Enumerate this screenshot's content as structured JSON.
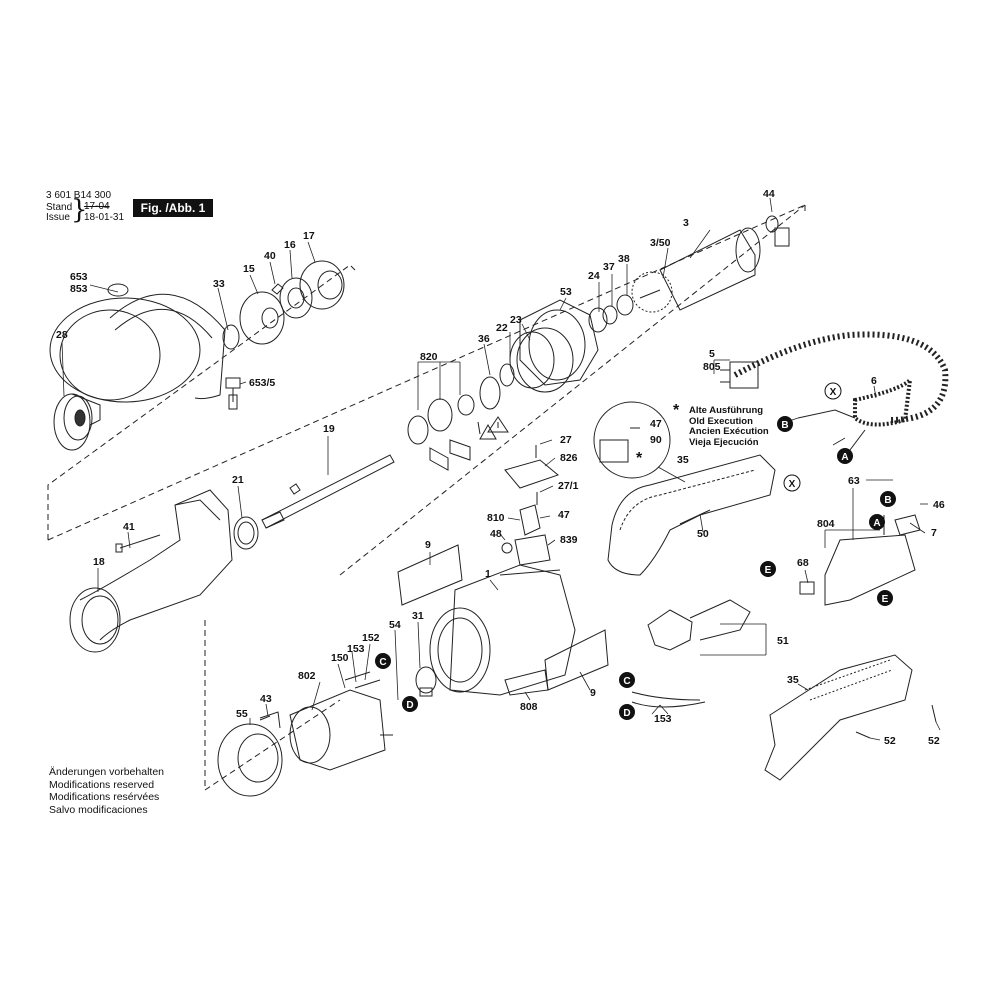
{
  "header": {
    "part_number": "3 601 B14 300",
    "stand_label": "Stand",
    "issue_label": "Issue",
    "stand_value": "17-04",
    "issue_value": "18-01-31",
    "figure_label": "Fig. /Abb. 1"
  },
  "notes": [
    "Änderungen vorbehalten",
    "Modifications reserved",
    "Modifications resérvées",
    "Salvo modificaciones"
  ],
  "legend": {
    "symbol": "*",
    "lines": [
      "Alte Ausführung",
      "Old Execution",
      "Ancien Exécution",
      "Vieja Ejecución"
    ]
  },
  "part_labels": {
    "p3": "3",
    "p3_50": "3/50",
    "p44": "44",
    "p24": "24",
    "p37": "37",
    "p38": "38",
    "p53": "53",
    "p22": "22",
    "p23": "23",
    "p36": "36",
    "p820": "820",
    "p653": "653",
    "p853": "853",
    "p33": "33",
    "p15": "15",
    "p40": "40",
    "p16": "16",
    "p17": "17",
    "p28": "28",
    "p653_5": "653/5",
    "p19": "19",
    "p21": "21",
    "p41": "41",
    "p18": "18",
    "p5": "5",
    "p805": "805",
    "p6": "6",
    "p47a": "47",
    "p90": "90",
    "p27": "27",
    "p826": "826",
    "p27_1": "27/1",
    "p810": "810",
    "p47b": "47",
    "p48": "48",
    "p839": "839",
    "p35a": "35",
    "p50": "50",
    "p9a": "9",
    "p1": "1",
    "p31": "31",
    "p9b": "9",
    "p808": "808",
    "p63": "63",
    "p46": "46",
    "p7": "7",
    "p804": "804",
    "p68": "68",
    "p51": "51",
    "p153a": "153",
    "p152": "152",
    "p54": "54",
    "p150": "150",
    "p802": "802",
    "p43": "43",
    "p55": "55",
    "p35b": "35",
    "p52a": "52",
    "p52b": "52",
    "p153b": "153"
  },
  "markers": {
    "A": "A",
    "B": "B",
    "C": "C",
    "D": "D",
    "E": "E",
    "X": "X"
  }
}
